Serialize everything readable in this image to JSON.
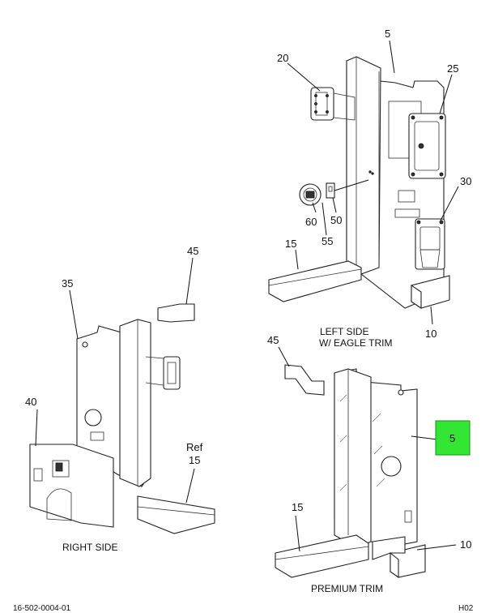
{
  "callouts": {
    "c5_top": "5",
    "c20": "20",
    "c25": "25",
    "c30": "30",
    "c60": "60",
    "c55": "55",
    "c50": "50",
    "c15_left": "15",
    "c10_top": "10",
    "c45_top": "45",
    "c35": "35",
    "c40": "40",
    "ref_label": "Ref",
    "ref_num": "15",
    "c45_bottom": "45",
    "c5_highlight": "5",
    "c15_bottom": "15",
    "c10_bottom": "10"
  },
  "captions": {
    "left_side_line1": "LEFT SIDE",
    "left_side_line2": "W/ EAGLE TRIM",
    "right_side": "RIGHT SIDE",
    "premium_trim": "PREMIUM TRIM"
  },
  "footer": {
    "drawing_number": "16-502-0004-01",
    "sheet_code": "H02"
  },
  "colors": {
    "highlight_fill": "#33e633",
    "highlight_stroke": "#1a8f1a",
    "line": "#222222"
  }
}
